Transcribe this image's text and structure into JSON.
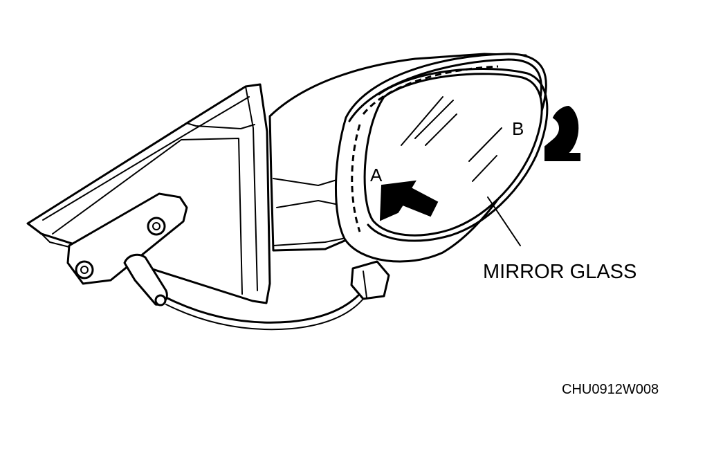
{
  "labels": {
    "point_a": "A",
    "point_b": "B",
    "part_name": "MIRROR GLASS",
    "figure_code": "CHU0912W008"
  }
}
